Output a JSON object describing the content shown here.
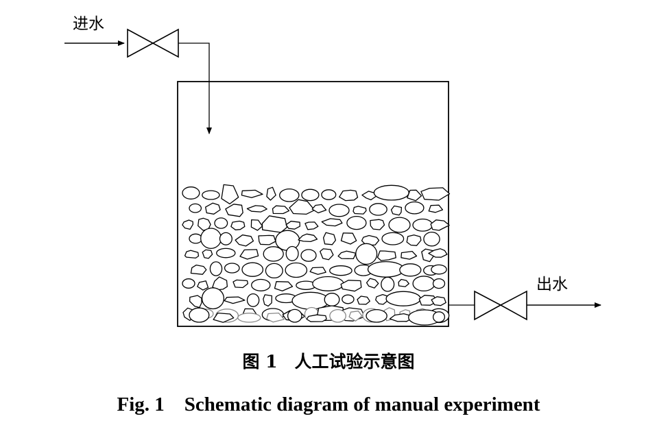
{
  "diagram": {
    "inlet_label": "进水",
    "outlet_label": "出水"
  },
  "caption": {
    "chinese": "图 1　人工试验示意图",
    "english": "Fig. 1　Schematic diagram of manual experiment"
  }
}
